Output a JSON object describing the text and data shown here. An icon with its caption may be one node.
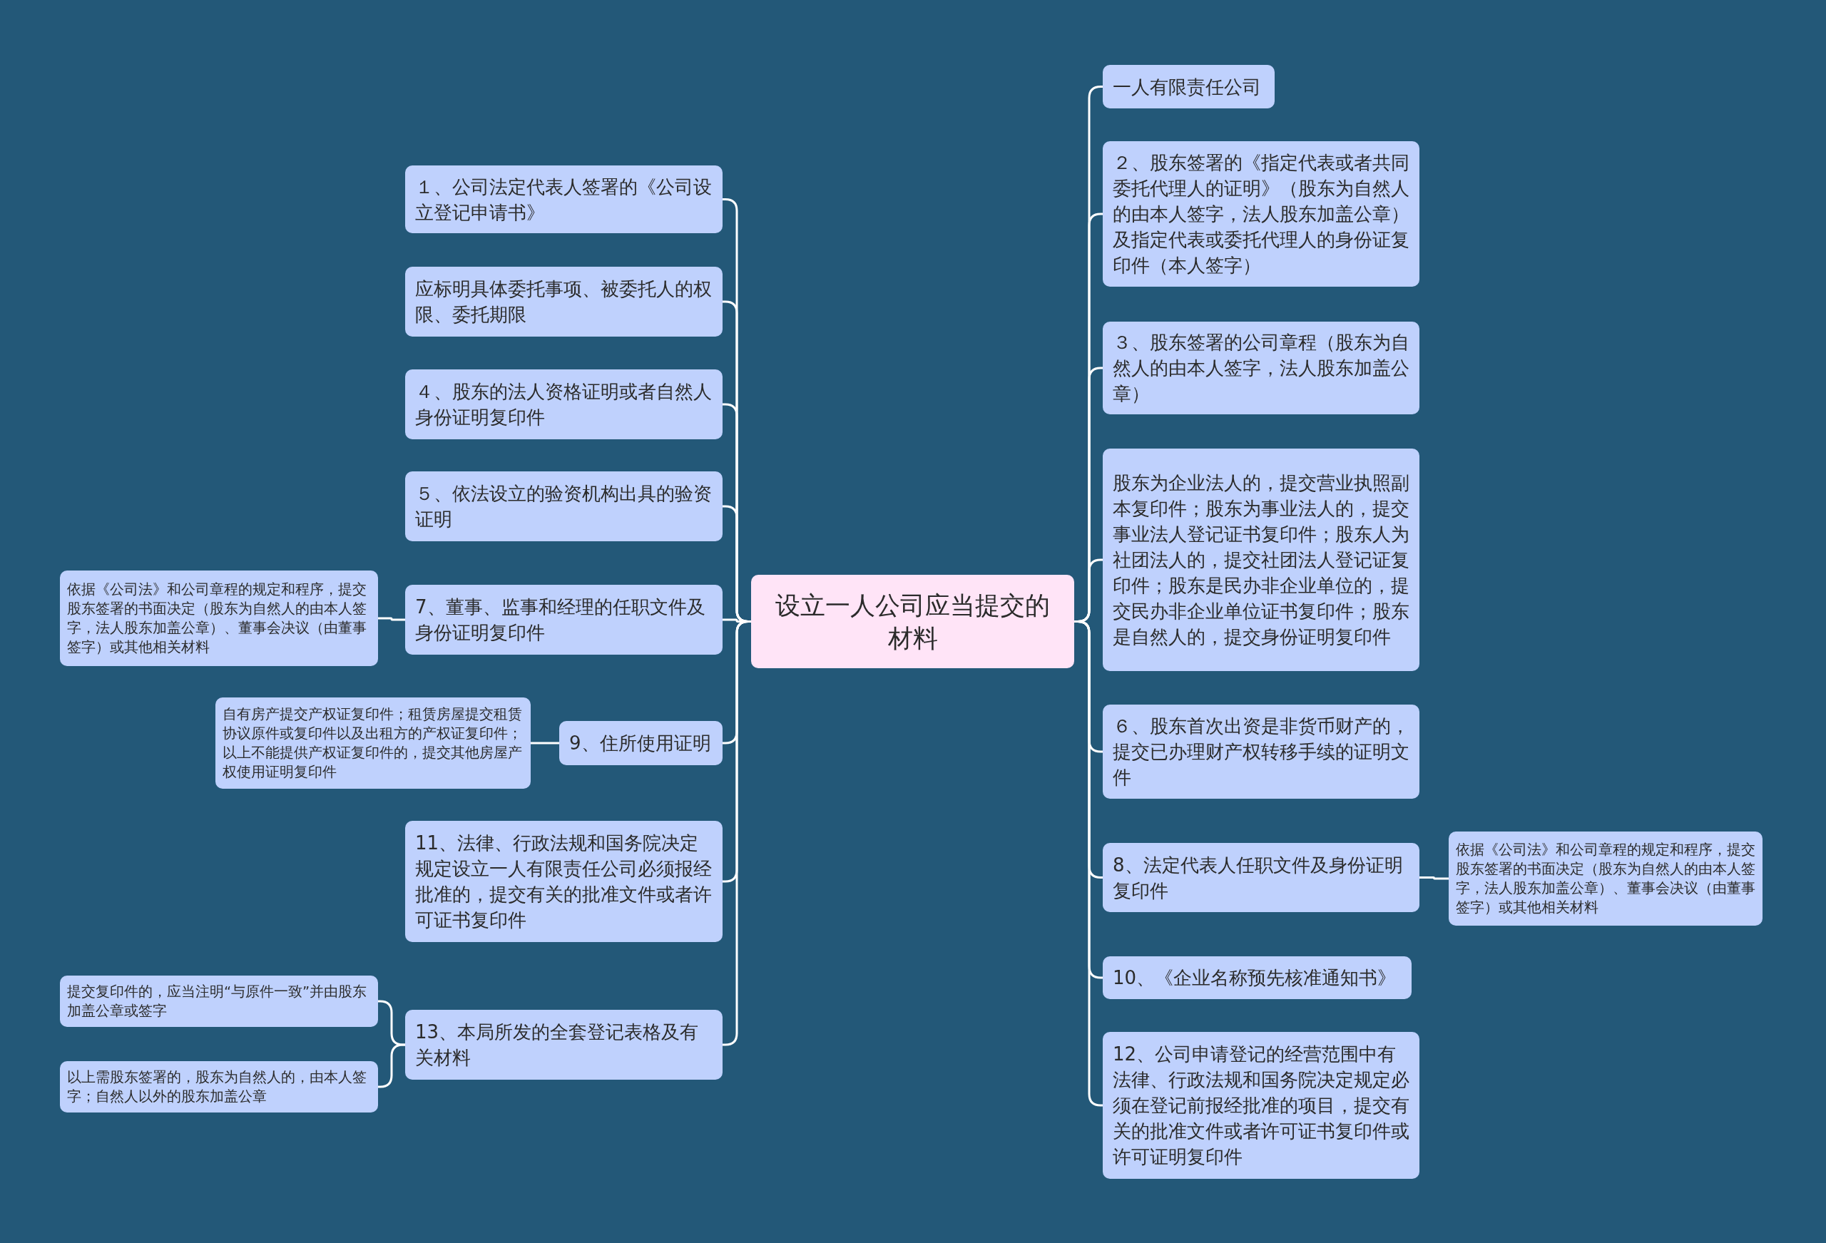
{
  "diagram": {
    "nodes": [
      {
        "text": [
          "设立一人公司应当提交的材料"
        ]
      },
      {
        "text": [
          "１、公司法定代表人签署的《公司设立登记申请书》"
        ]
      },
      {
        "text": [
          "应标明具体委托事项、被委托人的权限、委托期限"
        ]
      },
      {
        "text": [
          "４、股东的法人资格证明或者自然人身份证明复印件"
        ]
      },
      {
        "text": [
          "５、依法设立的验资机构出具的验资证明"
        ]
      },
      {
        "text": [
          "7、董事、监事和经理的任职文件及身份证明复印件"
        ]
      },
      {
        "text": [
          "依据《公司法》和公司章程的规定和程序，提交股东签署的书面决定（股东为自然人的由本人签字，法人股东加盖公章）、董事会决议（由董事签字）或其他相关材料"
        ]
      },
      {
        "text": [
          "9、住所使用证明"
        ]
      },
      {
        "text": [
          "自有房产提交产权证复印件；租赁房屋提交租赁协议原件或复印件以及出租方的产权证复印件；以上不能提供产权证复印件的，提交其他房屋产权使用证明复印件"
        ]
      },
      {
        "text": [
          "11、法律、行政法规和国务院决定规定设立一人有限责任公司必须报经批准的，提交有关的批准文件或者许可证书复印件"
        ]
      },
      {
        "text": [
          "13、本局所发的全套登记表格及有关材料"
        ]
      },
      {
        "text": [
          "提交复印件的，应当注明“与原件一致”并由股东加盖公章或签字"
        ]
      },
      {
        "text": [
          "以上需股东签署的，股东为自然人的，由本人签字；自然人以外的股东加盖公章"
        ]
      },
      {
        "text": [
          "一人有限责任公司"
        ]
      },
      {
        "text": [
          "２、股东签署的《指定代表或者共同委托代理人的证明》（股东为自然人的由本人签字，法人股东加盖公章）及指定代表或委托代理人的身份证复印件（本人签字）"
        ]
      },
      {
        "text": [
          "３、股东签署的公司章程（股东为自然人的由本人签字，法人股东加盖公章）"
        ]
      },
      {
        "text": [
          "股东为企业法人的，提交营业执照副本复印件；股东为事业法人的，提交事业法人登记证书复印件；股东人为社团法人的，提交社团法人登记证复印件；股东是民办非企业单位的，提交民办非企业单位证书复印件；股东是自然人的，提交身份证明复印件"
        ]
      },
      {
        "text": [
          "６、股东首次出资是非货币财产的，提交已办理财产权转移手续的证明文件"
        ]
      },
      {
        "text": [
          "8、法定代表人任职文件及身份证明复印件"
        ]
      },
      {
        "text": [
          "依据《公司法》和公司章程的规定和程序，提交股东签署的书面决定（股东为自然人的由本人签字，法人股东加盖公章）、董事会决议（由董事签字）或其他相关材料"
        ]
      },
      {
        "text": [
          "10、《企业名称预先核准通知书》"
        ]
      },
      {
        "text": [
          "12、公司申请登记的经营范围中有法律、行政法规和国务院决定规定必须在登记前报经批准的项目，提交有关的批准文件或者许可证书复印件或许可证明复印件"
        ]
      }
    ],
    "edges": [
      {
        "from": 0,
        "to": 1,
        "arrow": "none"
      },
      {
        "from": 0,
        "to": 2,
        "arrow": "none"
      },
      {
        "from": 0,
        "to": 3,
        "arrow": "none"
      },
      {
        "from": 0,
        "to": 4,
        "arrow": "none"
      },
      {
        "from": 0,
        "to": 5,
        "arrow": "none"
      },
      {
        "from": 5,
        "to": 6,
        "arrow": "none"
      },
      {
        "from": 0,
        "to": 7,
        "arrow": "none"
      },
      {
        "from": 7,
        "to": 8,
        "arrow": "none"
      },
      {
        "from": 0,
        "to": 9,
        "arrow": "none"
      },
      {
        "from": 0,
        "to": 10,
        "arrow": "none"
      },
      {
        "from": 10,
        "to": 11,
        "arrow": "none"
      },
      {
        "from": 10,
        "to": 12,
        "arrow": "none"
      },
      {
        "from": 0,
        "to": 13,
        "arrow": "none"
      },
      {
        "from": 0,
        "to": 14,
        "arrow": "none"
      },
      {
        "from": 0,
        "to": 15,
        "arrow": "none"
      },
      {
        "from": 0,
        "to": 16,
        "arrow": "none"
      },
      {
        "from": 0,
        "to": 17,
        "arrow": "none"
      },
      {
        "from": 0,
        "to": 18,
        "arrow": "none"
      },
      {
        "from": 18,
        "to": 19,
        "arrow": "none"
      },
      {
        "from": 0,
        "to": 20,
        "arrow": "none"
      },
      {
        "from": 0,
        "to": 21,
        "arrow": "none"
      }
    ]
  }
}
